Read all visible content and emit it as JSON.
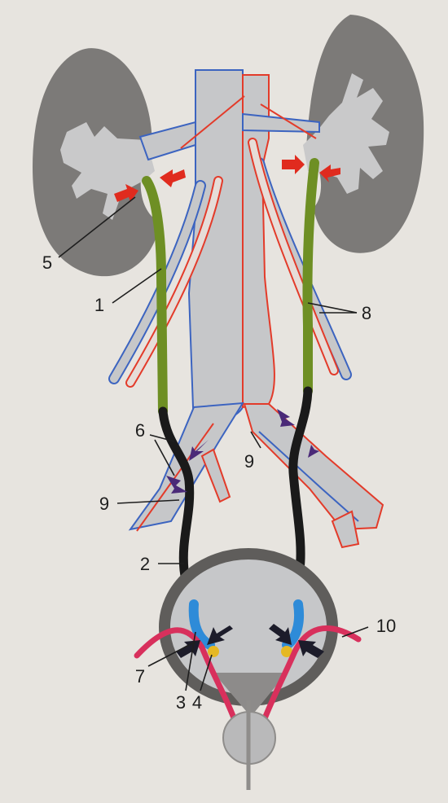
{
  "labels": {
    "l1": "1",
    "l2": "2",
    "l3": "3",
    "l4": "4",
    "l5": "5",
    "l6": "6",
    "l7": "7",
    "l8": "8",
    "l9a": "9",
    "l9b": "9",
    "l10": "10"
  },
  "colors": {
    "background": "#e7e4df",
    "kidney": "#7c7a78",
    "renal_sinus": "#c9c9ca",
    "vessel_fill": "#c6c7c9",
    "artery": "#e33b2a",
    "vein": "#3c64c0",
    "ureter_abdominal": "#6e8f24",
    "ureter_pelvic": "#1a1a1a",
    "ureter_intramural": "#2e8bd8",
    "ureteric_orifice": "#e5b824",
    "vas_deferens": "#d8305c",
    "bladder_wall": "#5f5d5b",
    "constriction_arrow_upper": "#e02b1e",
    "constriction_arrow_middle": "#4a2a78",
    "constriction_arrow_lower": "#1c1c2a"
  },
  "icons": {
    "upper_arrows": "arrow-right-icon",
    "middle_arrows": "arrow-left-icon",
    "lower_arrows": "arrow-diagonal-icon"
  }
}
